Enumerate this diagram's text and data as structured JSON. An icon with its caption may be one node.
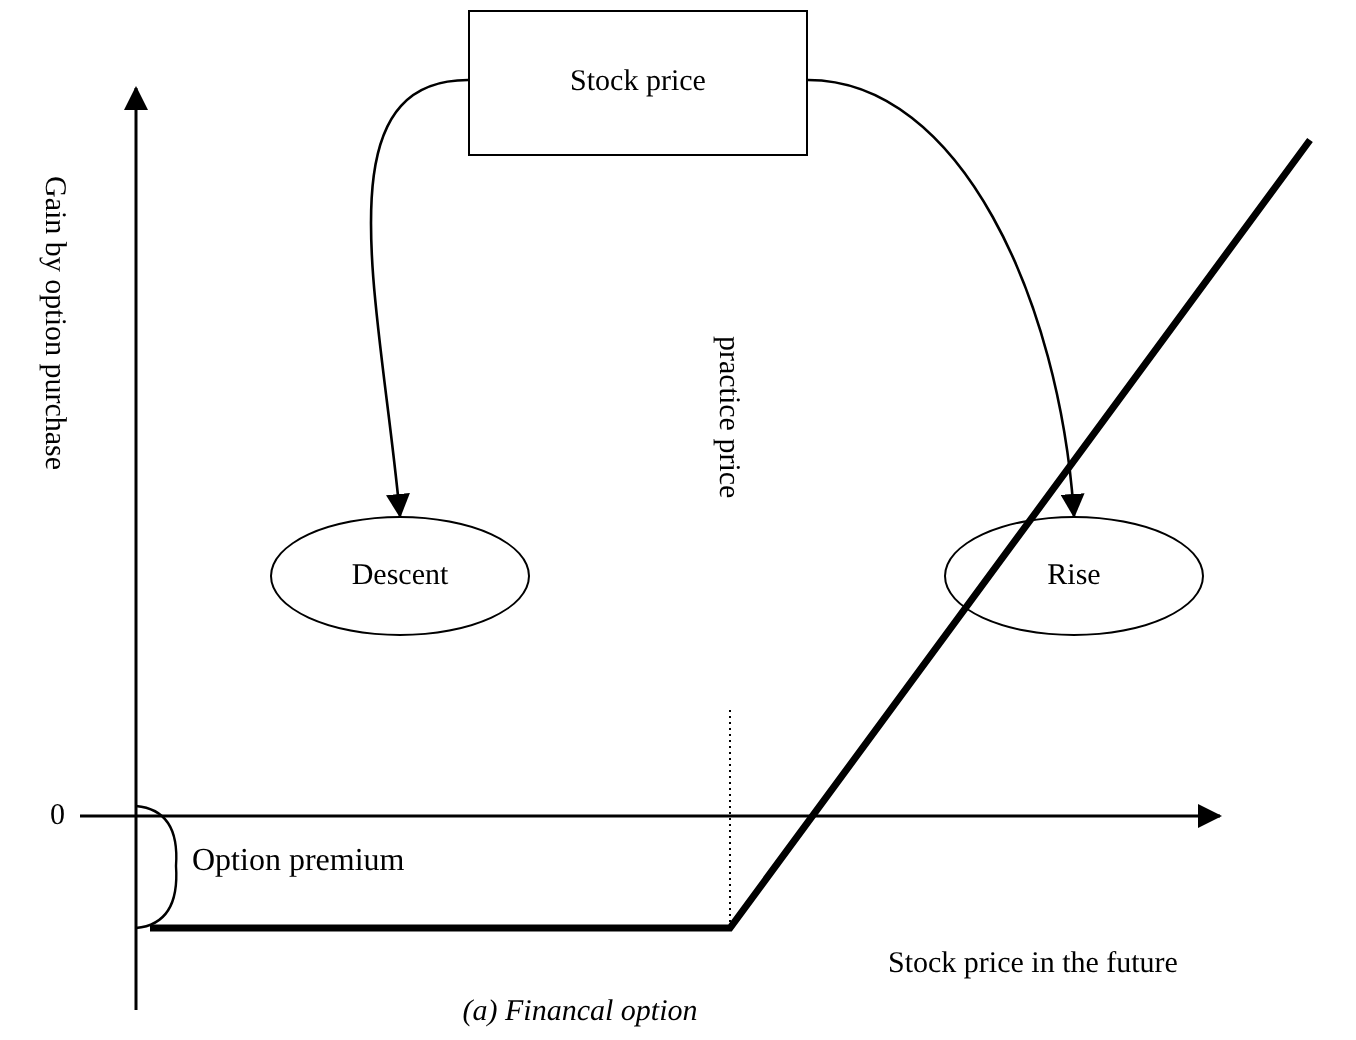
{
  "diagram": {
    "caption": "(a) Financal option",
    "nodes": [
      {
        "text": [
          "Stock price"
        ]
      },
      {
        "text": [
          "Descent"
        ]
      },
      {
        "text": [
          "Rise"
        ]
      }
    ],
    "edges": [
      {
        "from": 0,
        "to": 1,
        "arrow": "to"
      },
      {
        "from": 0,
        "to": 2,
        "arrow": "to"
      }
    ],
    "labels": [
      "Gain by option purchase",
      "practice price",
      "0",
      "Option premium",
      "Stock price in the future"
    ]
  }
}
